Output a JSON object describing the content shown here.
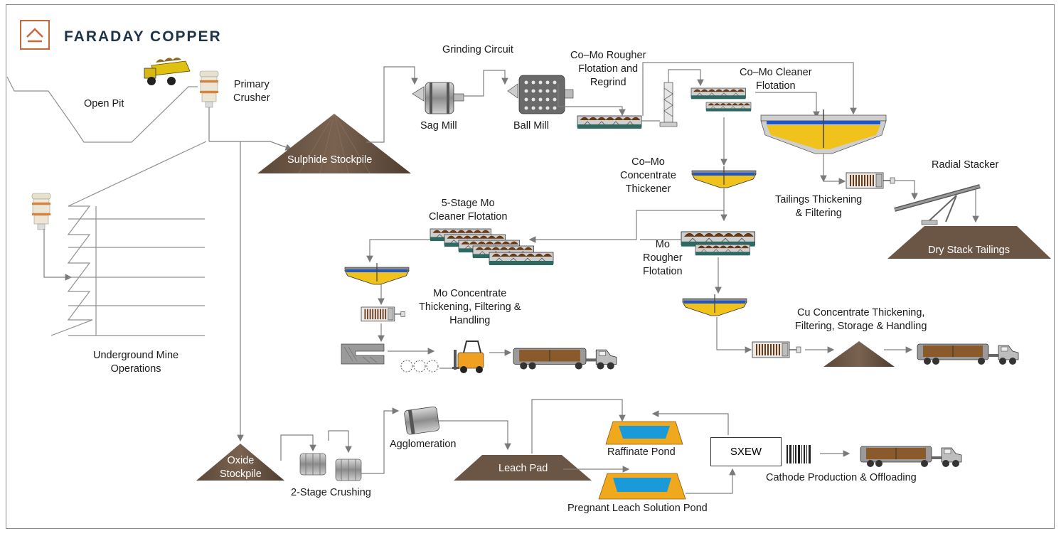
{
  "brand": {
    "name": "FARADAY COPPER",
    "accent": "#c8683a",
    "text_color": "#1f3348"
  },
  "labels": {
    "open_pit": "Open Pit",
    "primary_crusher": "Primary\nCrusher",
    "sulphide_stockpile": "Sulphide Stockpile",
    "grinding_circuit": "Grinding Circuit",
    "sag_mill": "Sag Mill",
    "ball_mill": "Ball Mill",
    "como_rougher": "Co–Mo Rougher\nFlotation and\nRegrind",
    "como_cleaner": "Co–Mo Cleaner\nFlotation",
    "como_thickener": "Co–Mo\nConcentrate\nThickener",
    "radial_stacker": "Radial Stacker",
    "tailings_thickening": "Tailings Thickening\n& Filtering",
    "dry_stack": "Dry Stack Tailings",
    "mo_cleaner": "5-Stage Mo\nCleaner Flotation",
    "mo_rougher": "Mo\nRougher\nFlotation",
    "mo_concentrate": "Mo Concentrate\nThickening, Filtering &\nHandling",
    "cu_concentrate": "Cu Concentrate Thickening,\nFiltering, Storage & Handling",
    "underground": "Underground Mine\nOperations",
    "oxide_stockpile": "Oxide\nStockpile",
    "two_stage": "2-Stage Crushing",
    "agglomeration": "Agglomeration",
    "leach_pad": "Leach Pad",
    "raffinate": "Raffinate Pond",
    "pls_pond": "Pregnant Leach Solution Pond",
    "sxew": "SXEW",
    "cathode": "Cathode Production & Offloading"
  },
  "colors": {
    "pile": "#6b5545",
    "pile_dark": "#4a3b30",
    "thickener_yellow": "#f2c21c",
    "thickener_blue": "#1f57c8",
    "pond_orange": "#f0a81c",
    "truck_brown": "#8a5a2a",
    "flow_line": "#808080",
    "cell_teal": "#2b6b63"
  }
}
